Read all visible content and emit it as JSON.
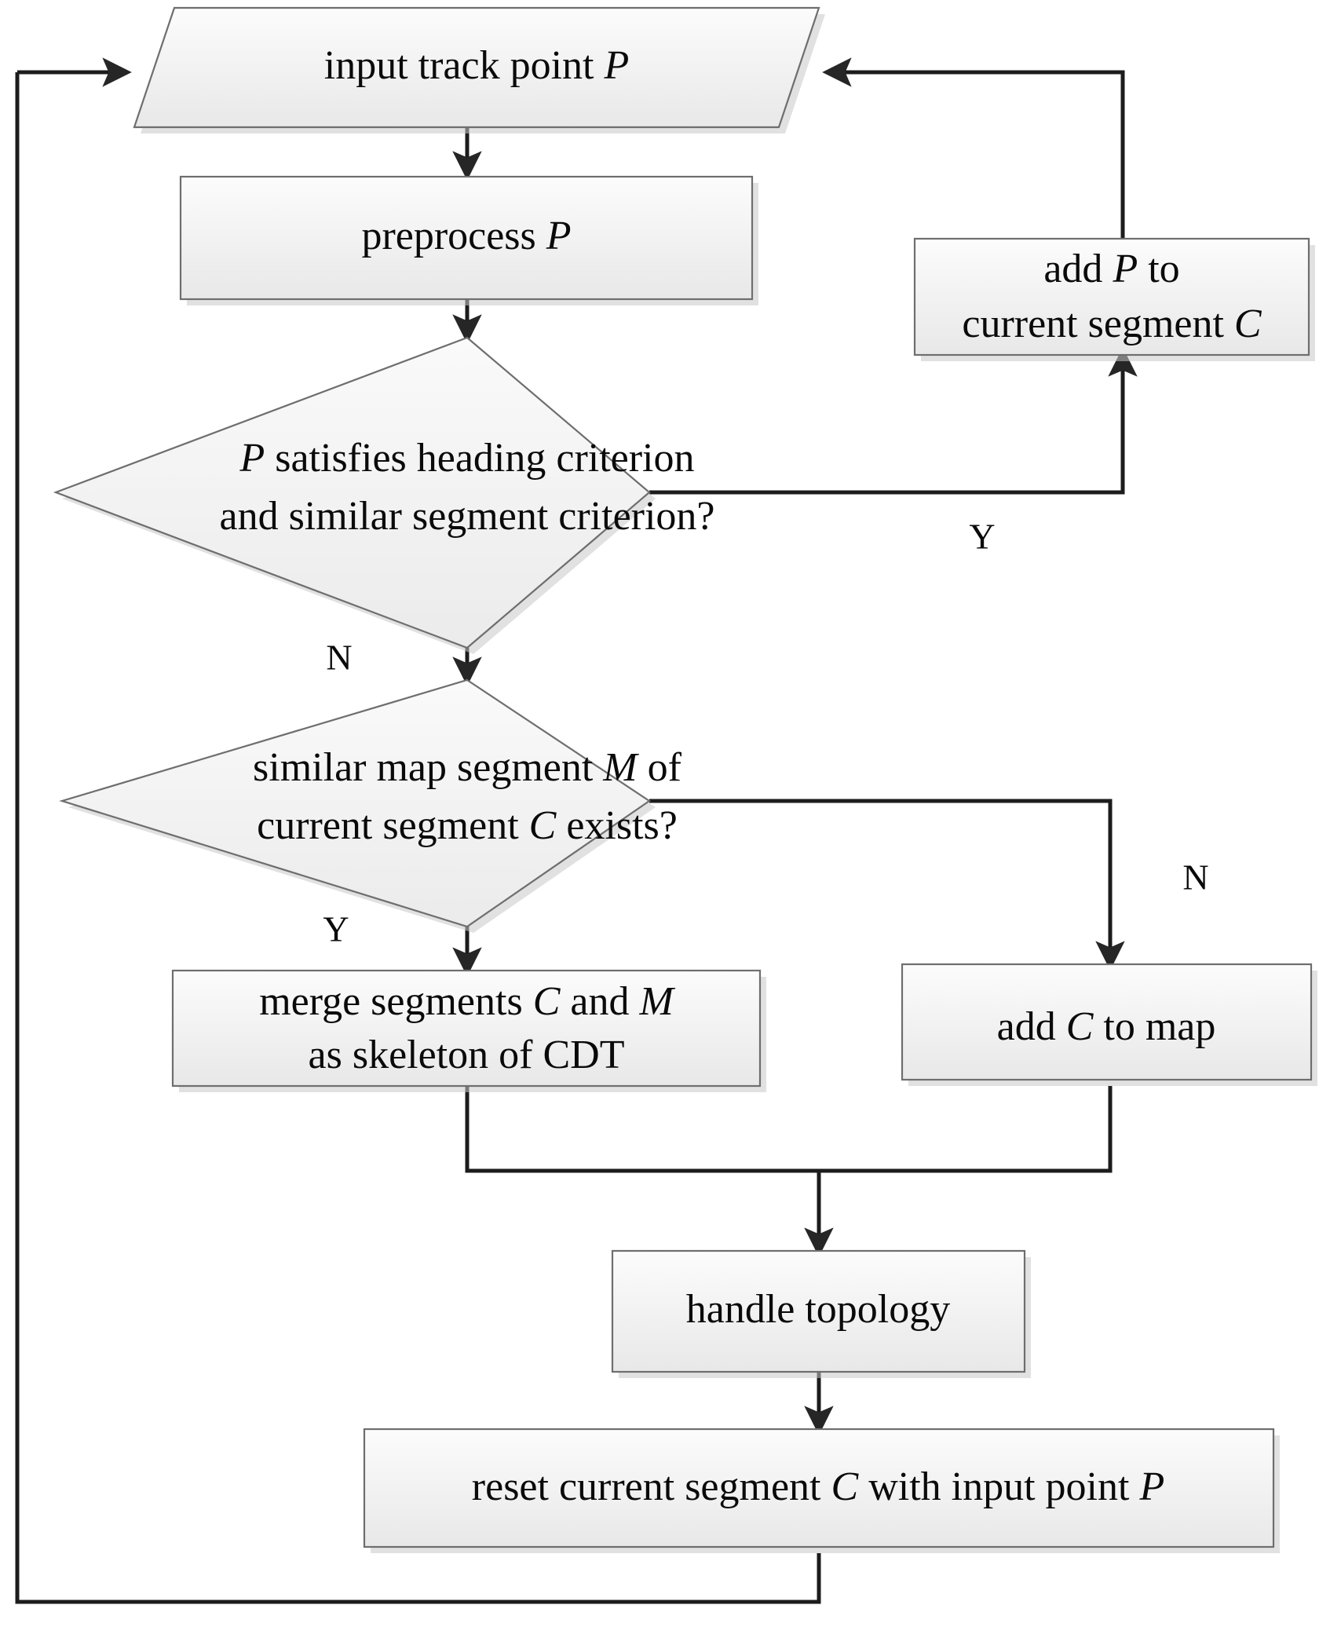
{
  "diagram": {
    "title": "track point map-building flowchart",
    "type": "flowchart",
    "colors": {
      "shape_fill_top": "#fbfbfb",
      "shape_fill_bottom": "#ebebeb",
      "shape_border": "#6e6e6e",
      "edge": "#1c1c1c",
      "text": "#0a0a0a",
      "background": "#ffffff",
      "shadow": "#c9c9c9"
    },
    "nodes": [
      {
        "id": "input-track-point",
        "shape": "parallelogram",
        "lines": [
          "input track point P"
        ],
        "line1_a": "input track point ",
        "line1_var": "P"
      },
      {
        "id": "preprocess",
        "shape": "rectangle",
        "lines": [
          "preprocess P"
        ],
        "line1_a": "preprocess ",
        "line1_var": "P"
      },
      {
        "id": "heading-criterion-decision",
        "shape": "diamond",
        "lines": [
          "P satisfies heading criterion",
          "and similar segment criterion?"
        ],
        "l1_var": "P",
        "l1_b": " satisfies heading criterion",
        "l2": "and similar segment criterion?"
      },
      {
        "id": "add-p-to-current-segment",
        "shape": "rectangle",
        "lines": [
          "add P to",
          "current segment C"
        ],
        "l1_a": "add ",
        "l1_var": "P",
        "l1_b": " to",
        "l2_a": "current segment ",
        "l2_var": "C"
      },
      {
        "id": "similar-map-segment-decision",
        "shape": "diamond",
        "lines": [
          "similar map segment M of",
          "current segment C exists?"
        ],
        "l1_a": "similar map segment ",
        "l1_var": "M",
        "l1_b": " of",
        "l2_a": "current segment ",
        "l2_var": "C",
        "l2_b": " exists?"
      },
      {
        "id": "merge-segments",
        "shape": "rectangle",
        "lines": [
          "merge segments C and M",
          "as skeleton of CDT"
        ],
        "l1_a": "merge segments ",
        "l1_var": "C",
        "l1_b": " and ",
        "l1_var2": "M",
        "l2": "as skeleton of CDT"
      },
      {
        "id": "add-c-to-map",
        "shape": "rectangle",
        "lines": [
          "add C to map"
        ],
        "l1_a": "add ",
        "l1_var": "C",
        "l1_b": " to map"
      },
      {
        "id": "handle-topology",
        "shape": "rectangle",
        "lines": [
          "handle topology"
        ],
        "l1_a": "handle topology"
      },
      {
        "id": "reset-current-segment",
        "shape": "rectangle",
        "lines": [
          "reset current segment C with input point P"
        ],
        "l1_a": "reset current segment ",
        "l1_var": "C",
        "l1_b": " with input point ",
        "l1_var2": "P"
      }
    ],
    "edge_labels": {
      "heading_yes": "Y",
      "heading_no": "N",
      "similar_yes": "Y",
      "similar_no": "N"
    },
    "edges": [
      {
        "from": "input-track-point",
        "to": "preprocess",
        "label": ""
      },
      {
        "from": "preprocess",
        "to": "heading-criterion-decision",
        "label": ""
      },
      {
        "from": "heading-criterion-decision",
        "to": "add-p-to-current-segment",
        "label": "Y"
      },
      {
        "from": "add-p-to-current-segment",
        "to": "input-track-point",
        "label": ""
      },
      {
        "from": "heading-criterion-decision",
        "to": "similar-map-segment-decision",
        "label": "N"
      },
      {
        "from": "similar-map-segment-decision",
        "to": "merge-segments",
        "label": "Y"
      },
      {
        "from": "similar-map-segment-decision",
        "to": "add-c-to-map",
        "label": "N"
      },
      {
        "from": "merge-segments",
        "to": "handle-topology",
        "label": ""
      },
      {
        "from": "add-c-to-map",
        "to": "handle-topology",
        "label": ""
      },
      {
        "from": "handle-topology",
        "to": "reset-current-segment",
        "label": ""
      },
      {
        "from": "reset-current-segment",
        "to": "input-track-point",
        "label": ""
      }
    ]
  }
}
